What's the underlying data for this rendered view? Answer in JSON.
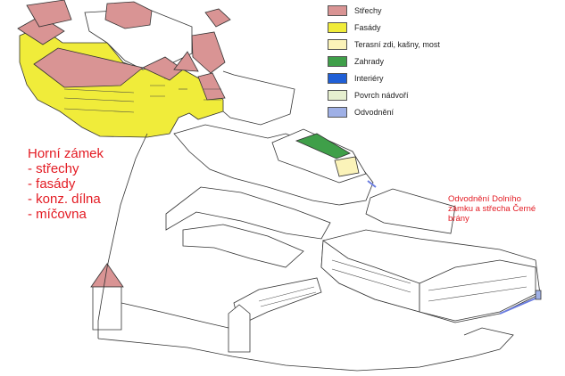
{
  "legend": {
    "items": [
      {
        "label": "Střechy",
        "color": "#d99494"
      },
      {
        "label": "Fasády",
        "color": "#f0ec3a"
      },
      {
        "label": "Terasní zdi, kašny, most",
        "color": "#fbf3b9"
      },
      {
        "label": "Zahrady",
        "color": "#3f9f49"
      },
      {
        "label": "Interiéry",
        "color": "#1f5fd6"
      },
      {
        "label": "Povrch nádvoří",
        "color": "#e6efcf"
      },
      {
        "label": "Odvodnění",
        "color": "#9fb0e6"
      }
    ]
  },
  "annotations": {
    "horni_zamek": {
      "title": "Horní zámek",
      "items": [
        "- střechy",
        "- fasády",
        "- konz. dílna",
        "- míčovna"
      ]
    },
    "dolni_zamek": {
      "lines": [
        "Odvodnění Dolního",
        "zámku a střecha Černé",
        "brány"
      ]
    }
  },
  "colors": {
    "roof": "#d99494",
    "facade": "#f0ec3a",
    "garden": "#3f9f49",
    "drainage": "#9fb0e6",
    "line": "#333333",
    "annotation": "#e31b23"
  }
}
